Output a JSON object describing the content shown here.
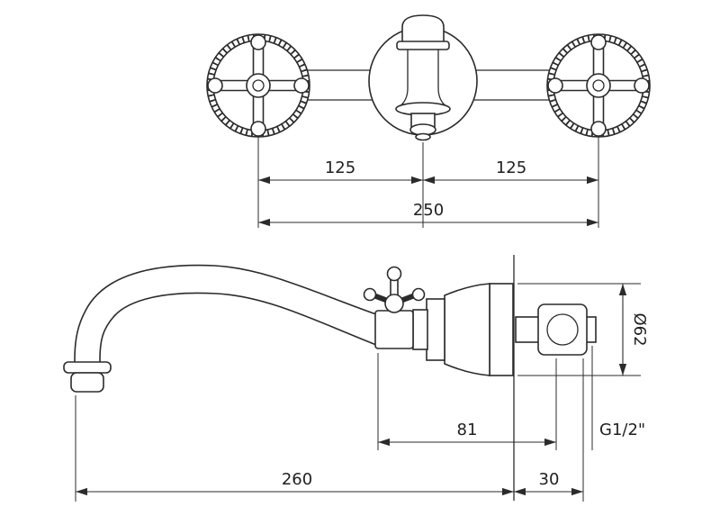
{
  "diagram": {
    "subject": "wall-mounted-faucet-technical-drawing",
    "line_color": "#2b2b2b",
    "background_color": "#ffffff",
    "views": {
      "front": {
        "dim_left_spacing": "125",
        "dim_right_spacing": "125",
        "dim_total_spacing": "250"
      },
      "side": {
        "dim_spout_reach": "260",
        "dim_wall_offset": "30",
        "dim_handle_to_connection": "81",
        "thread_label": "G1/2\"",
        "flange_diameter_label": "Ø62"
      }
    }
  }
}
